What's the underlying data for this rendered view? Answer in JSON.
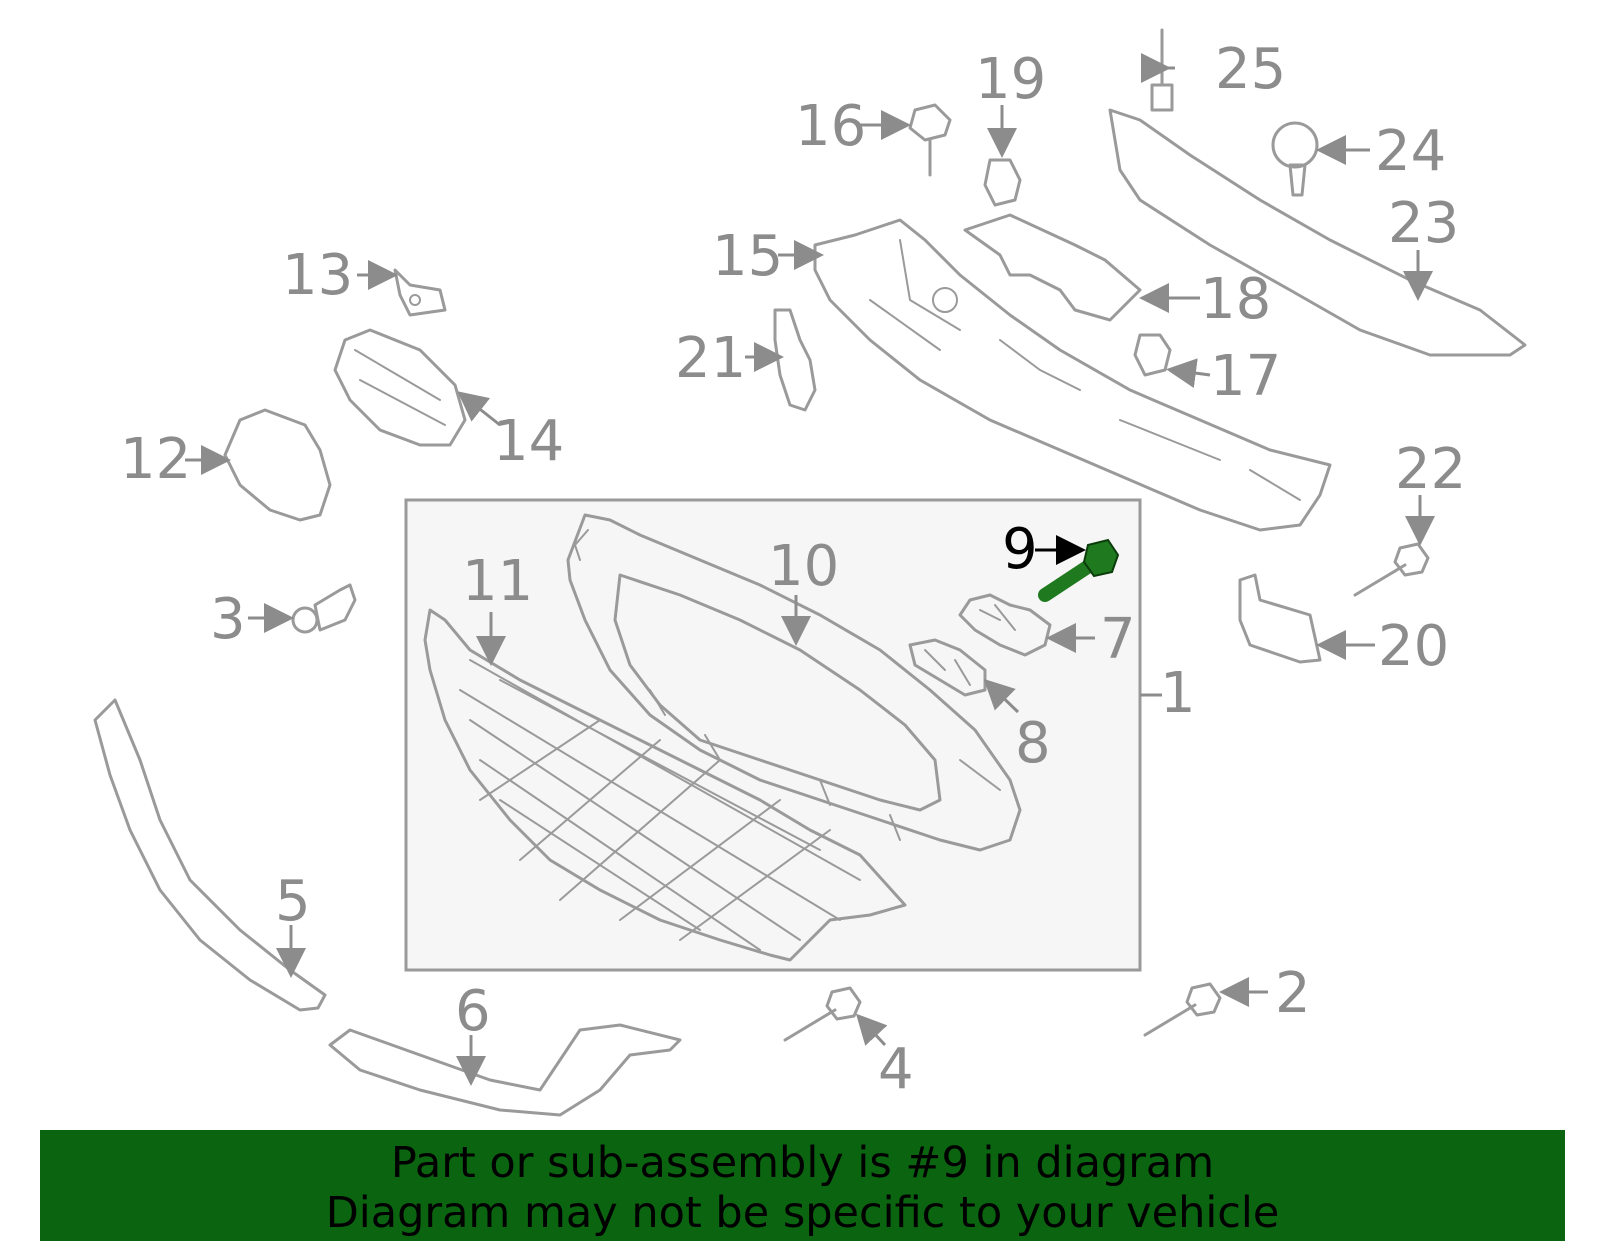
{
  "diagram": {
    "callouts": [
      "1",
      "2",
      "3",
      "4",
      "5",
      "6",
      "7",
      "8",
      "9",
      "10",
      "11",
      "12",
      "13",
      "14",
      "15",
      "16",
      "17",
      "18",
      "19",
      "20",
      "21",
      "22",
      "23",
      "24",
      "25"
    ],
    "highlight_part": "9",
    "colors": {
      "line": "#9a9a9a",
      "highlight": "#1f7a1f",
      "banner_bg": "#0a6410",
      "group_box_bg": "#f6f6f6"
    }
  },
  "banner": {
    "line1": "Part or sub-assembly is #9 in diagram",
    "line2": "Diagram may not be specific to your vehicle"
  }
}
